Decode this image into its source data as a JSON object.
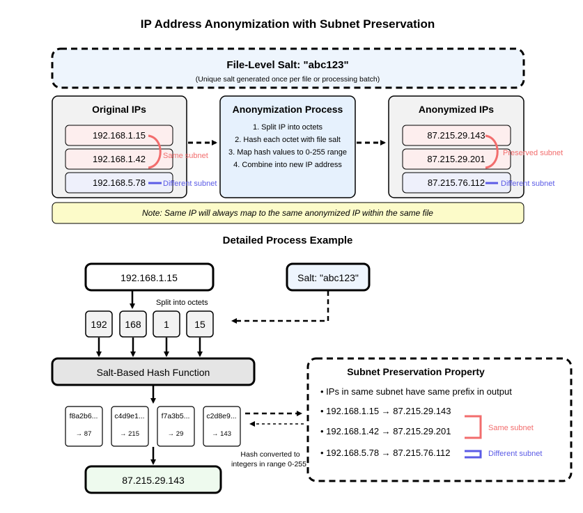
{
  "title": "IP Address Anonymization with Subnet Preservation",
  "salt_banner": {
    "heading": "File-Level Salt: \"abc123\"",
    "subtext": "(Unique salt generated once per file or processing batch)"
  },
  "original": {
    "heading": "Original IPs",
    "ips": [
      "192.168.1.15",
      "192.168.1.42",
      "192.168.5.78"
    ],
    "same_subnet_label": "Same subnet",
    "different_subnet_label": "Different subnet"
  },
  "process": {
    "heading": "Anonymization Process",
    "steps": [
      "1. Split IP into octets",
      "2. Hash each octet with file salt",
      "3. Map hash values to 0-255 range",
      "4. Combine into new IP address"
    ]
  },
  "anonymized": {
    "heading": "Anonymized IPs",
    "ips": [
      "87.215.29.143",
      "87.215.29.201",
      "87.215.76.112"
    ],
    "preserved_subnet_label": "Preserved subnet",
    "different_subnet_label": "Different subnet"
  },
  "note": "Note: Same IP will always map to the same anonymized IP within the same file",
  "detail": {
    "heading": "Detailed Process Example",
    "input_ip": "192.168.1.15",
    "salt": "Salt: \"abc123\"",
    "split_label": "Split into octets",
    "octets": [
      "192",
      "168",
      "1",
      "15"
    ],
    "hash_function": "Salt-Based Hash Function",
    "hashes": [
      {
        "hash": "f8a2b6...",
        "value": "→ 87"
      },
      {
        "hash": "c4d9e1...",
        "value": "→ 215"
      },
      {
        "hash": "f7a3b5...",
        "value": "→ 29"
      },
      {
        "hash": "c2d8e9...",
        "value": "→ 143"
      }
    ],
    "hash_note_line1": "Hash converted to",
    "hash_note_line2": "integers in range 0-255",
    "output_ip": "87.215.29.143"
  },
  "subnet_property": {
    "heading": "Subnet Preservation Property",
    "items": [
      "• IPs in same subnet have same prefix in output",
      "• 192.168.1.15 → 87.215.29.143",
      "• 192.168.1.42 → 87.215.29.201",
      "• 192.168.5.78 → 87.215.76.112"
    ],
    "same_subnet_label": "Same subnet",
    "different_subnet_label": "Different subnet"
  },
  "colors": {
    "salt_bg": "#eef5fd",
    "panel_bg": "#f2f2f2",
    "process_bg": "#e6f1fd",
    "ip_bg": "#fdeeee",
    "ip_diff_bg": "#eef0fb",
    "note_bg": "#fcfbc9",
    "hash_fn_bg": "#e5e5e5",
    "output_bg": "#eefaee",
    "same_subnet": "#f26d6d",
    "diff_subnet": "#5b5be6"
  }
}
